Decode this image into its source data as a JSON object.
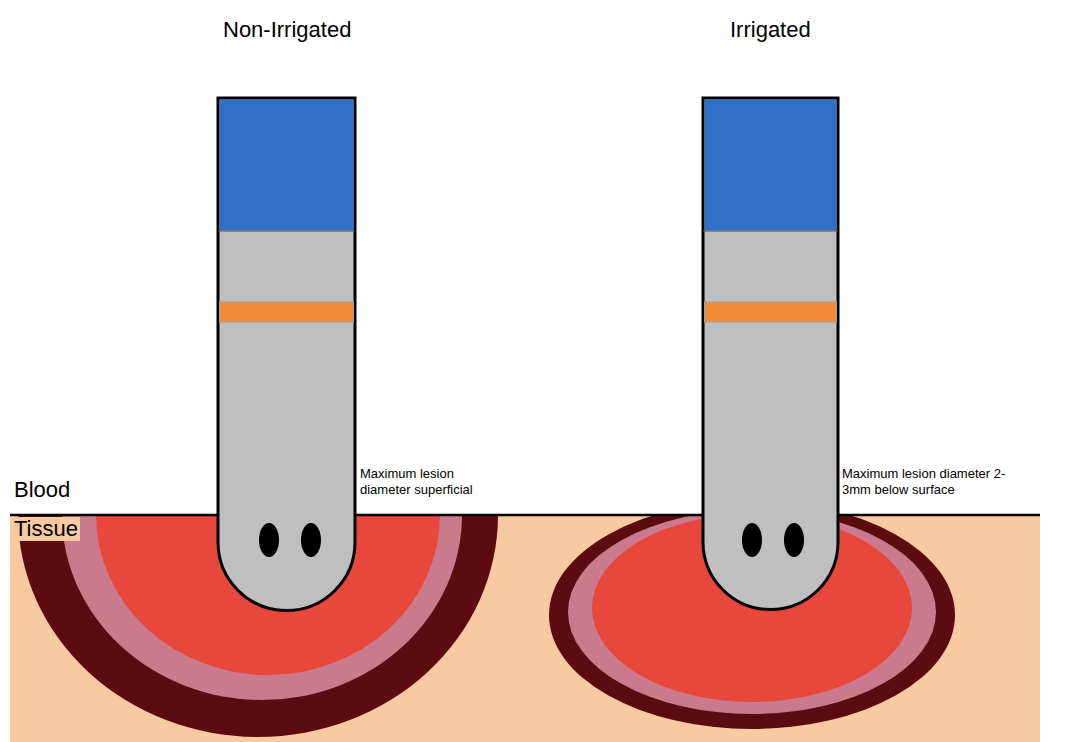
{
  "diagram": {
    "nodes": [
      {
        "text": [
          "Blood"
        ]
      },
      {
        "text": [
          "Tissue"
        ]
      }
    ],
    "labels": [
      "Non-Irrigated",
      "Irrigated",
      "Maximum lesion diameter superficial",
      "Maximum lesion diameter 2-3mm below surface"
    ]
  }
}
